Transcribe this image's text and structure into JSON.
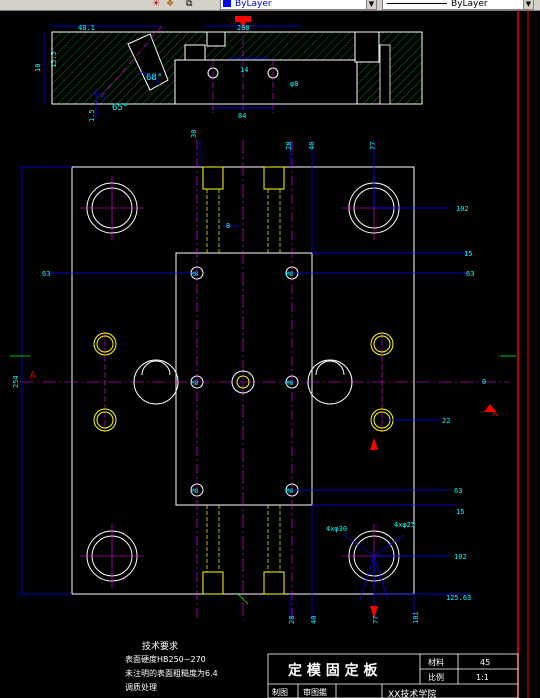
{
  "toolbar": {
    "layer_value": "ByLayer",
    "linetype_value": "ByLayer"
  },
  "dimensions": {
    "top_48_1": "48.1",
    "top_200": "200",
    "top_10": "10",
    "top_15_5": "15.5",
    "top_14": "14",
    "top_68deg": "68°",
    "top_65deg": "65°",
    "top_phi8": "φ8",
    "top_84": "84",
    "top_1_5": "1.5",
    "col_30": "30",
    "col_28": "28",
    "col_40": "40",
    "col_77": "77",
    "col_8": "8",
    "dim_102": "102",
    "dim_15a": "15",
    "dim_63_left": "63",
    "dim_63_right": "63",
    "dim_254": "254",
    "dim_0": "0",
    "dim_22": "22",
    "dim_63_mid": "63",
    "dim_15b": "15",
    "dim_4x30": "4xφ30",
    "dim_4x25": "4xφ25",
    "dim_102b": "102",
    "dim_125": "125.63",
    "bot_28": "28",
    "bot_40": "40",
    "bot_77": "77",
    "bot_101": "101",
    "m8_tl": "M8",
    "m8_tr": "M8",
    "m8_ml": "M8",
    "m8_mr": "M8",
    "m8_bl": "M8",
    "m8_br": "M8",
    "section_a_left": "A",
    "section_a_right": "A"
  },
  "notes": {
    "title": "技术要求",
    "line1": "表面硬度HB250~270",
    "line2": "未注明的表面粗糙度为6.4",
    "line3": "调质处理"
  },
  "title_block": {
    "part_name": "定 模 固 定 板",
    "material_label": "材料",
    "material_value": "45",
    "scale_label": "比例",
    "scale_value": "1:1",
    "drawn_label": "制图",
    "checked_label": "审图鑑",
    "school": "XX技术学院"
  },
  "colors": {
    "background": "#000000",
    "outline": "#ffffff",
    "dimension": "#0000ff",
    "dim_text": "#00ffff",
    "centerline": "#ff00ff",
    "thread": "#ffff00",
    "section_mark": "#ff0000",
    "border": "#ff0000",
    "hatch": "#00a000"
  }
}
